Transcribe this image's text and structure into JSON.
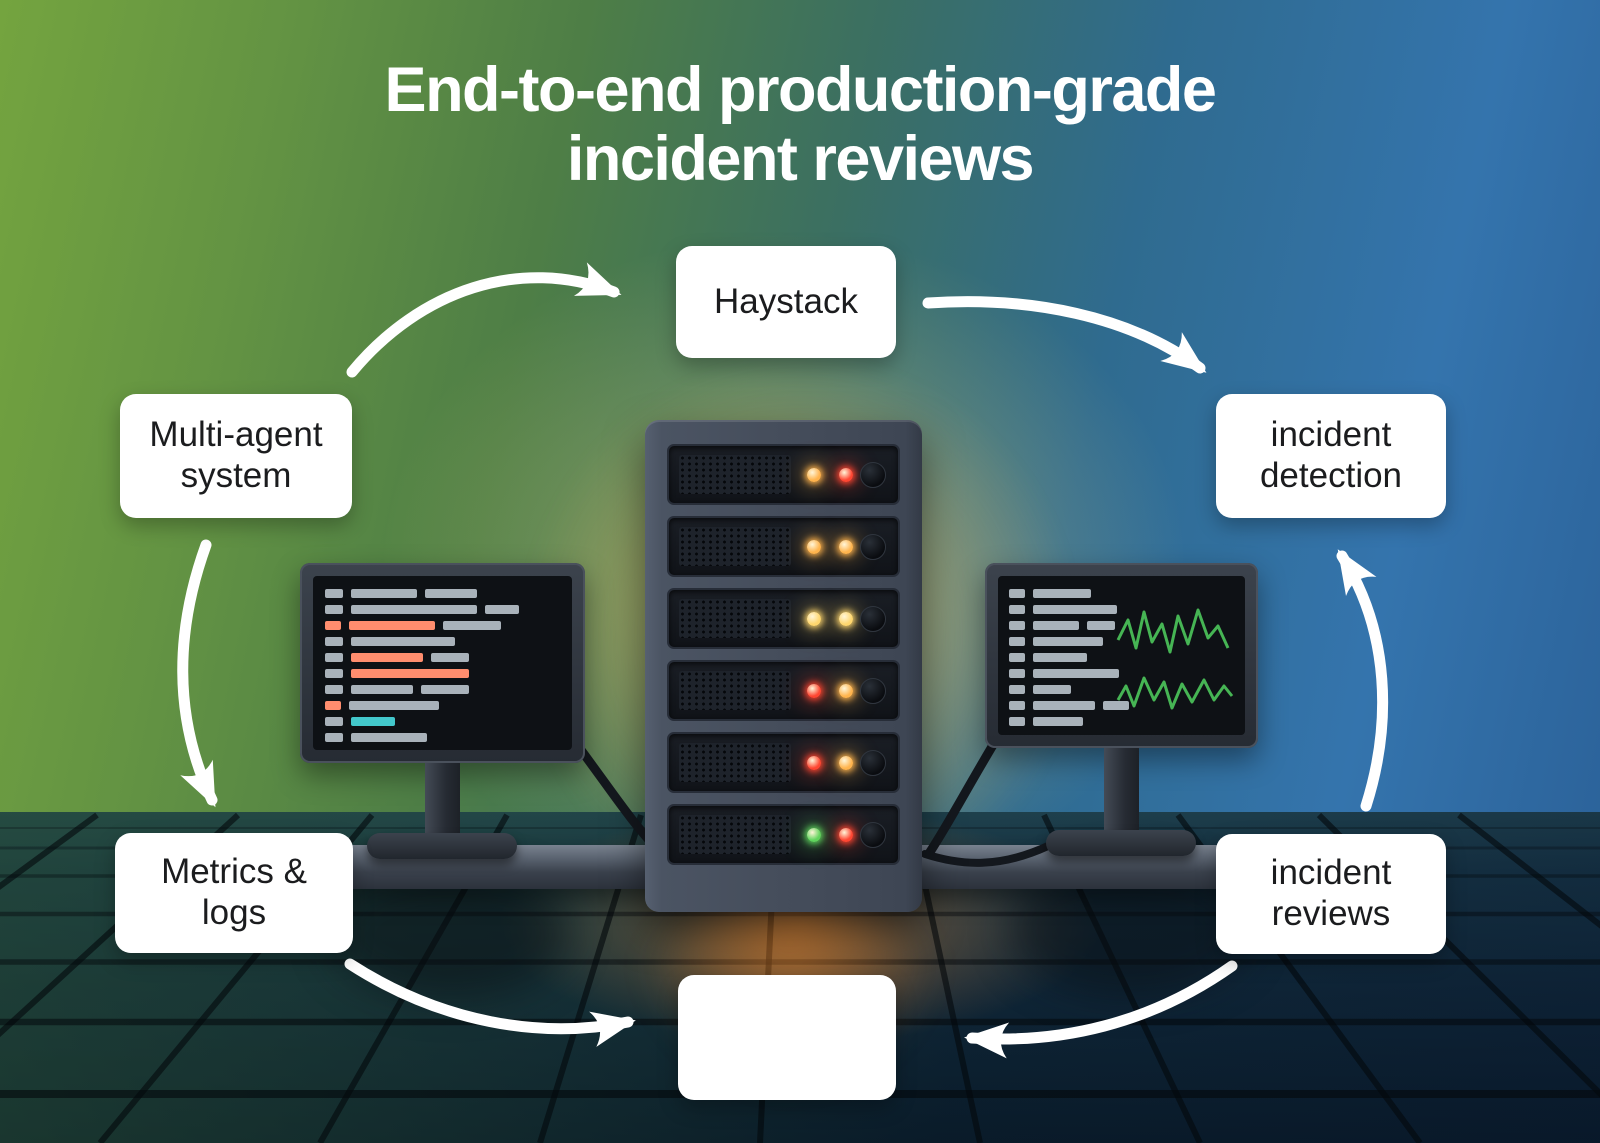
{
  "title": {
    "line1": "End-to-end production-grade",
    "line2": "incident reviews"
  },
  "nodes": {
    "haystack": {
      "label": "Haystack"
    },
    "multi_agent": {
      "label": "Multi-agent system"
    },
    "incident_detection": {
      "label": "incident detection"
    },
    "metrics_logs": {
      "label": "Metrics & logs"
    },
    "incident_reviews": {
      "label": "incident reviews"
    },
    "bottom_center": {
      "label": ""
    }
  },
  "edges": [
    {
      "from": "multi_agent",
      "to": "haystack"
    },
    {
      "from": "haystack",
      "to": "incident_detection"
    },
    {
      "from": "multi_agent",
      "to": "metrics_logs"
    },
    {
      "from": "metrics_logs",
      "to": "bottom_center"
    },
    {
      "from": "incident_reviews",
      "to": "bottom_center"
    },
    {
      "from": "incident_reviews",
      "to": "incident_detection"
    }
  ],
  "colors": {
    "title_text": "#ffffff",
    "node_bg": "#ffffff",
    "node_text": "#1b1c1e",
    "arrow": "#ffffff",
    "bg_green": "#74a43f",
    "bg_blue": "#3474ad",
    "floor_dark": "#0a1a28",
    "graph_green": "#46b554",
    "leds": {
      "amber": "#ffb44d",
      "yellow": "#ffd76e",
      "red": "#ff4632",
      "green": "#5fd65e"
    },
    "screen_bars": {
      "g": "#a9b2ba",
      "o": "#ff8d6e",
      "t": "#43c8cc"
    }
  },
  "server_rack": {
    "rows": [
      [
        "amber",
        "red"
      ],
      [
        "amber",
        "amber"
      ],
      [
        "yellow",
        "yellow"
      ],
      [
        "red",
        "amber"
      ],
      [
        "red",
        "amber"
      ],
      [
        "green",
        "red"
      ]
    ]
  },
  "monitors": {
    "left_lines": [
      [
        [
          18,
          "g"
        ],
        [
          66,
          "g"
        ],
        [
          52,
          "g"
        ]
      ],
      [
        [
          18,
          "g"
        ],
        [
          126,
          "g"
        ],
        [
          34,
          "g"
        ]
      ],
      [
        [
          16,
          "o"
        ],
        [
          86,
          "o"
        ],
        [
          58,
          "g"
        ]
      ],
      [
        [
          18,
          "g"
        ],
        [
          104,
          "g"
        ]
      ],
      [
        [
          18,
          "g"
        ],
        [
          72,
          "o"
        ],
        [
          38,
          "g"
        ]
      ],
      [
        [
          18,
          "g"
        ],
        [
          118,
          "o"
        ]
      ],
      [
        [
          18,
          "g"
        ],
        [
          62,
          "g"
        ],
        [
          48,
          "g"
        ]
      ],
      [
        [
          16,
          "o"
        ],
        [
          90,
          "g"
        ]
      ],
      [
        [
          18,
          "g"
        ],
        [
          44,
          "t"
        ]
      ],
      [
        [
          18,
          "g"
        ],
        [
          76,
          "g"
        ]
      ]
    ],
    "right_lines": [
      [
        [
          16,
          "g"
        ],
        [
          58,
          "g"
        ]
      ],
      [
        [
          16,
          "g"
        ],
        [
          84,
          "g"
        ]
      ],
      [
        [
          16,
          "g"
        ],
        [
          46,
          "g"
        ],
        [
          28,
          "g"
        ]
      ],
      [
        [
          16,
          "g"
        ],
        [
          70,
          "g"
        ]
      ],
      [
        [
          16,
          "g"
        ],
        [
          54,
          "g"
        ]
      ],
      [
        [
          16,
          "g"
        ],
        [
          86,
          "g"
        ]
      ],
      [
        [
          16,
          "g"
        ],
        [
          38,
          "g"
        ]
      ],
      [
        [
          16,
          "g"
        ],
        [
          62,
          "g"
        ],
        [
          26,
          "g"
        ]
      ],
      [
        [
          16,
          "g"
        ],
        [
          50,
          "g"
        ]
      ]
    ],
    "graph": {
      "trace1": "2,58 12,38 20,66 28,30 36,60 46,42 54,70 62,34 72,62 82,28 92,56 102,44 112,66",
      "trace2": "2,118 10,104 18,124 28,96 38,118 48,100 56,126 66,102 76,120 88,98 98,118 108,104 116,114"
    }
  }
}
